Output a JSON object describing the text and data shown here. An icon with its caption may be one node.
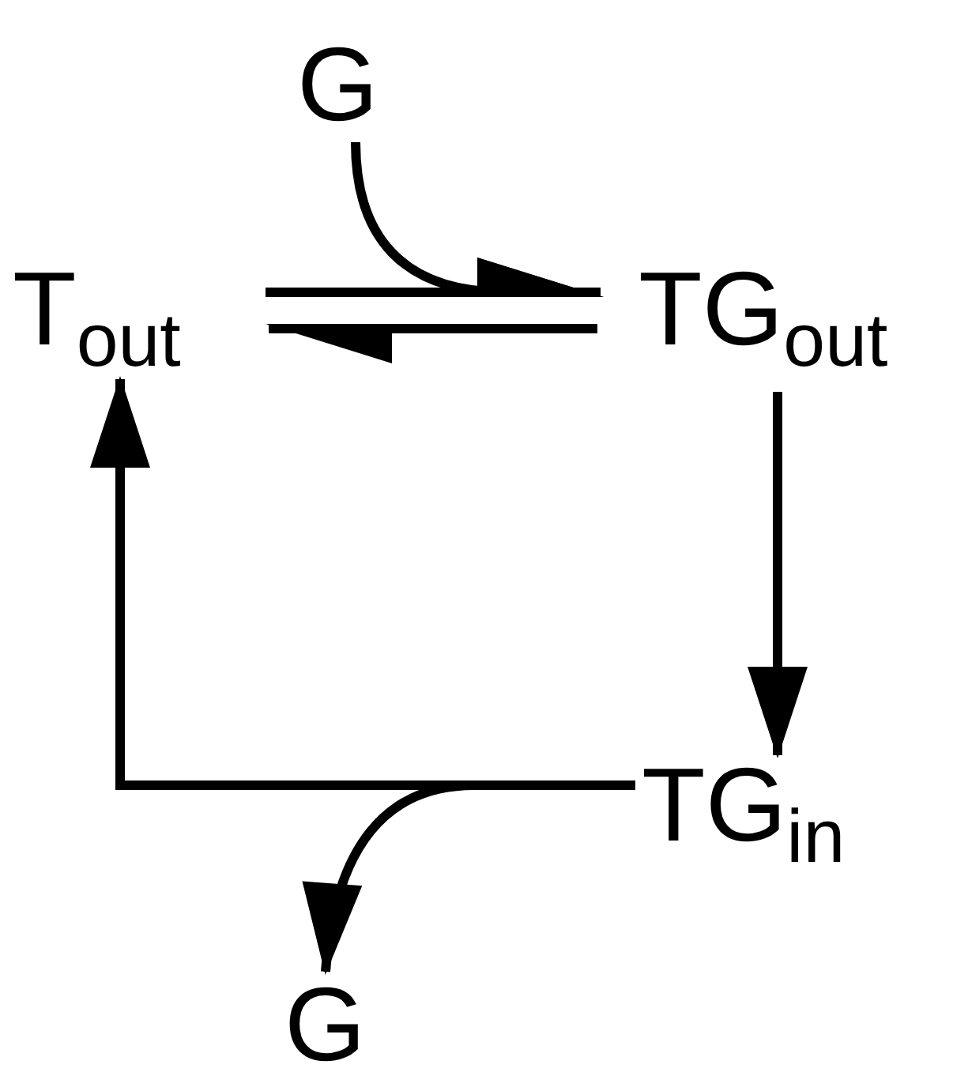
{
  "diagram": {
    "nodes": [
      {
        "text": [
          "G"
        ]
      },
      {
        "text": [
          "T$_{out}$"
        ]
      },
      {
        "text": [
          "TG$_{out}$"
        ]
      },
      {
        "text": [
          "TG$_{in}$"
        ]
      },
      {
        "text": [
          "G"
        ]
      }
    ],
    "edges": [
      {
        "from": 1,
        "to": 2,
        "arrow": "to"
      },
      {
        "from": 2,
        "to": 1,
        "arrow": "to"
      },
      {
        "from": 0,
        "to": 2,
        "arrow": "to"
      },
      {
        "from": 2,
        "to": 3,
        "arrow": "to"
      },
      {
        "from": 3,
        "to": 1,
        "arrow": "to"
      },
      {
        "from": 3,
        "to": 4,
        "arrow": "to"
      }
    ]
  }
}
